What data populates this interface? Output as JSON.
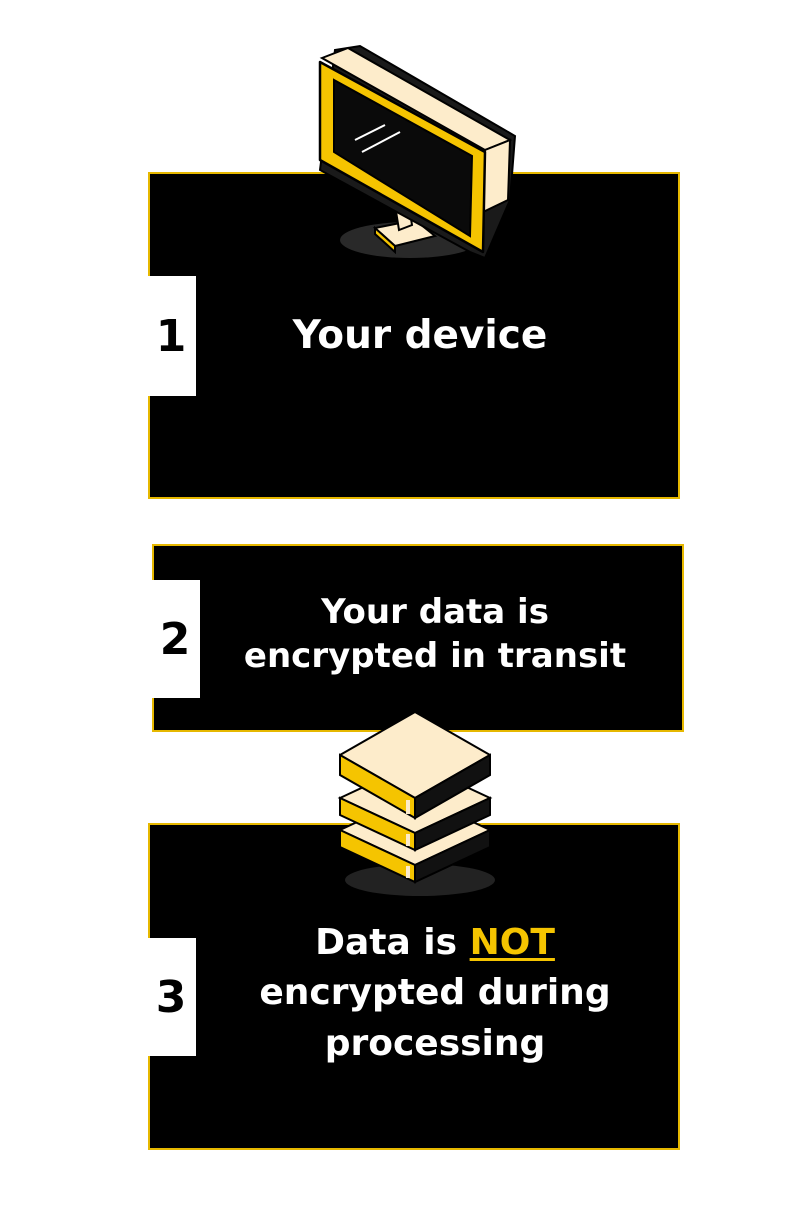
{
  "colors": {
    "panel": "#000000",
    "accent": "#f5c400",
    "tab": "#ffffff",
    "cream": "#fdeccb"
  },
  "steps": [
    {
      "number": "1",
      "label": "Your device"
    },
    {
      "number": "2",
      "line1": "Your data is",
      "line2": "encrypted in transit"
    },
    {
      "number": "3",
      "line1_prefix": "Data is ",
      "line1_highlight": "NOT",
      "line2": "encrypted during",
      "line3": "processing"
    }
  ],
  "icons": {
    "device": "monitor-icon",
    "server": "server-stack-icon"
  }
}
